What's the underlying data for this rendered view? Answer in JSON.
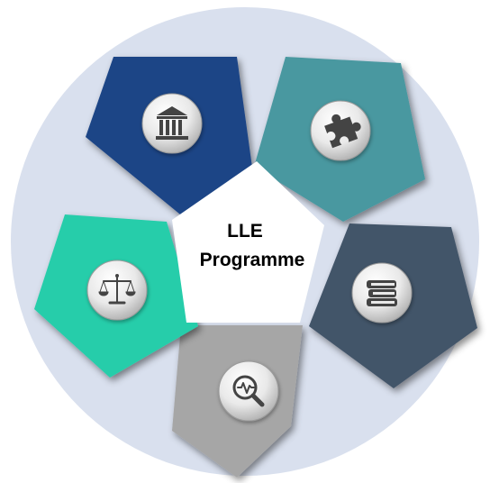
{
  "center": {
    "line1": "LLE",
    "line2": "Programme"
  },
  "colors": {
    "background_circle": "#d9e0ee",
    "center_pentagon": "#ffffff",
    "text": "#000000"
  },
  "segments": [
    {
      "id": "top-left",
      "icon": "bank-building-icon",
      "color": "#1c4586"
    },
    {
      "id": "top-right",
      "icon": "puzzle-piece-icon",
      "color": "#4a98a0"
    },
    {
      "id": "right",
      "icon": "books-stack-icon",
      "color": "#435469"
    },
    {
      "id": "bottom",
      "icon": "magnifier-pulse-icon",
      "color": "#a6a6a6"
    },
    {
      "id": "left",
      "icon": "justice-scales-icon",
      "color": "#27cdaa"
    }
  ]
}
